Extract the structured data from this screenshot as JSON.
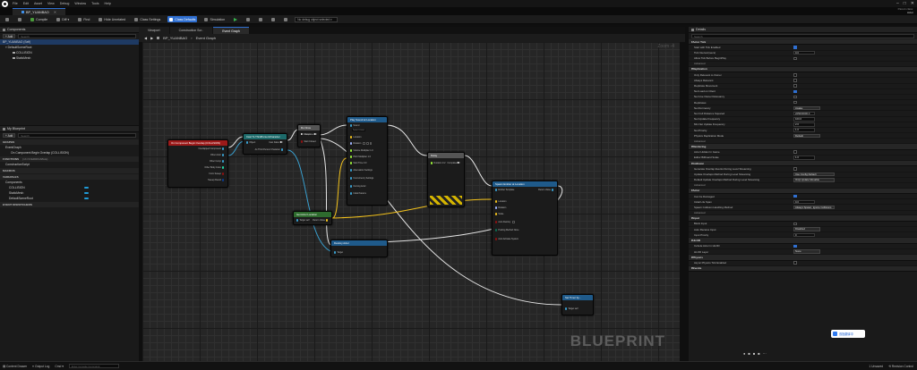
{
  "menu": [
    "File",
    "Edit",
    "Asset",
    "View",
    "Debug",
    "Window",
    "Tools",
    "Help"
  ],
  "tab": {
    "title": "BP_YUANBAO"
  },
  "top_right": {
    "line1": "Parent class:",
    "line2": "Actor"
  },
  "toolbar": {
    "compile": "Compile",
    "diff": "Diff ▾",
    "find": "Find",
    "hide": "Hide Unrelated",
    "class_settings": "Class Settings",
    "class_defaults": "Class Defaults",
    "simulation": "Simulation",
    "debug_filter": "No debug object selected ▾"
  },
  "components": {
    "title": "Components",
    "add": "+ Add",
    "search": "Search",
    "items": [
      "BP_YUANBAO (Self)",
      "DefaultSceneRoot",
      "COLLISION",
      "StaticMesh"
    ]
  },
  "my_blueprint": {
    "title": "My Blueprint",
    "add": "+ Add",
    "search": "Search",
    "graphs": "GRAPHS",
    "event_graph": "EventGraph",
    "event_item": "On Component Begin Overlap (COLLISION)",
    "functions": "FUNCTIONS",
    "functions_count": "(13 OVERRIDABLE)",
    "construction": "ConstructionScript",
    "macros": "MACROS",
    "variables": "VARIABLES",
    "components_cat": "Components",
    "vars": [
      "COLLISION",
      "StaticMesh",
      "DefaultSceneRoot"
    ],
    "dispatchers": "EVENT DISPATCHERS"
  },
  "graph": {
    "tabs": [
      "Viewport",
      "Construction Scr..",
      "Event Graph"
    ],
    "breadcrumb_root": "BP_YUANBAO",
    "breadcrumb_leaf": "Event Graph",
    "zoom": "Zoom -4",
    "watermark": "BLUEPRINT"
  },
  "nodes": {
    "event": {
      "title": "On Component Begin Overlap (COLLISION)",
      "pins": [
        "Overlapped Component",
        "Other Actor",
        "Other Comp",
        "Other Body Index",
        "From Sweep",
        "Sweep Result"
      ]
    },
    "cast": {
      "title": "Cast To ThirdPersonCharacter",
      "pins": [
        "Object",
        "Cast Failed",
        "As Third Person Character"
      ]
    },
    "doonce": {
      "title": "Do Once",
      "pins": [
        "Reset",
        "Start Closed",
        "Completed"
      ]
    },
    "spawn1": {
      "title": "Play Sound at Location",
      "pins": [
        "Sound",
        "Location",
        "Rotation",
        "Volume Multiplier",
        "Pitch Multiplier",
        "Start Time",
        "Attenuation Settings",
        "Concurrency Settings",
        "Owning Actor",
        "Initial Params"
      ],
      "sound": "Select Asset",
      "loc": "0.0",
      "vol": "1.0",
      "pitch": "1.0",
      "start": "0.0"
    },
    "delay": {
      "title": "Delay",
      "pins": [
        "Duration",
        "Completed"
      ],
      "duration": "0.2"
    },
    "spawn2": {
      "title": "Spawn Emitter at Location",
      "pins": [
        "Emitter Template",
        "Location",
        "Rotation",
        "Scale",
        "Auto Destroy",
        "Pooling Method",
        "Auto Activate System",
        "Return Value"
      ],
      "pool": "None"
    },
    "getloc": {
      "title": "Get Actor Location",
      "pins": [
        "Target",
        "Return Value"
      ],
      "target": "self"
    },
    "destroy": {
      "title": "Destroy Actor",
      "pins": [
        "Target"
      ],
      "target": "self"
    },
    "settimer": {
      "title": "Set Timer by...",
      "pins": [
        "Target"
      ],
      "target": "self"
    }
  },
  "details": {
    "title": "Details",
    "search": "Search",
    "sections": [
      {
        "name": "Actor Tick",
        "rows": [
          [
            "Start with Tick Enabled",
            "check_on"
          ],
          [
            "Tick Interval (secs)",
            "0.0"
          ],
          [
            "Allow Tick Before BeginPlay",
            "check"
          ]
        ],
        "adv": "Advanced"
      },
      {
        "name": "Replication",
        "rows": [
          [
            "Only Relevant to Owner",
            "check"
          ],
          [
            "Always Relevant",
            "check"
          ],
          [
            "Replicate Movement",
            "check"
          ],
          [
            "Net Load on Client",
            "check_on"
          ],
          [
            "Net Use Owner Relevancy",
            "check"
          ],
          [
            "Replicates",
            "check"
          ],
          [
            "Net Dormancy",
            "Awake"
          ],
          [
            "Net Cull Distance Squared",
            "225000000.0"
          ],
          [
            "Net Update Frequency",
            "100.0"
          ],
          [
            "Min Net Update Frequency",
            "2.0"
          ],
          [
            "Net Priority",
            "1.0"
          ],
          [
            "Physics Replication Mode",
            "Default"
          ]
        ],
        "adv": "Advanced"
      },
      {
        "name": "Rendering",
        "rows": [
          [
            "Actor Hidden In Game",
            "check"
          ],
          [
            "Editor Billboard Scale",
            "1.0"
          ]
        ],
        "adv": null
      },
      {
        "name": "Collision",
        "rows": [
          [
            "Generate Overlap Events During Level Streaming",
            "check"
          ],
          [
            "Update Overlaps Method During Level Streaming",
            "Use Config Default"
          ],
          [
            "Default Update Overlaps Method During Level Streaming",
            "Only Update Movable"
          ]
        ],
        "adv": "Advanced"
      },
      {
        "name": "Actor",
        "rows": [
          [
            "Can be Damaged",
            "check_on"
          ],
          [
            "Initial Life Span",
            "0.0"
          ],
          [
            "Spawn Collision Handling Method",
            "Always Spawn, Ignore Collisions"
          ]
        ],
        "adv": "Advanced"
      },
      {
        "name": "Input",
        "rows": [
          [
            "Block Input",
            "check"
          ],
          [
            "Auto Receive Input",
            "Disabled"
          ],
          [
            "Input Priority",
            "0"
          ]
        ],
        "adv": null
      },
      {
        "name": "HLOD",
        "rows": [
          [
            "Include Actor in HLOD",
            "check_on"
          ],
          [
            "HLOD Layer",
            "None"
          ]
        ],
        "adv": null
      },
      {
        "name": "Physics",
        "rows": [
          [
            "Async Physics Tick Enabled",
            "check"
          ]
        ],
        "adv": null
      },
      {
        "name": "Events",
        "rows": [],
        "adv": null
      }
    ]
  },
  "badge": {
    "label": "双指翻译中"
  },
  "status": {
    "drawer": "Content Drawer",
    "log": "Output Log",
    "cmd_label": "Cmd ▾",
    "cmd_placeholder": "Enter Console Command",
    "unsaved": "1 Unsaved",
    "revision": "Revision Control"
  }
}
